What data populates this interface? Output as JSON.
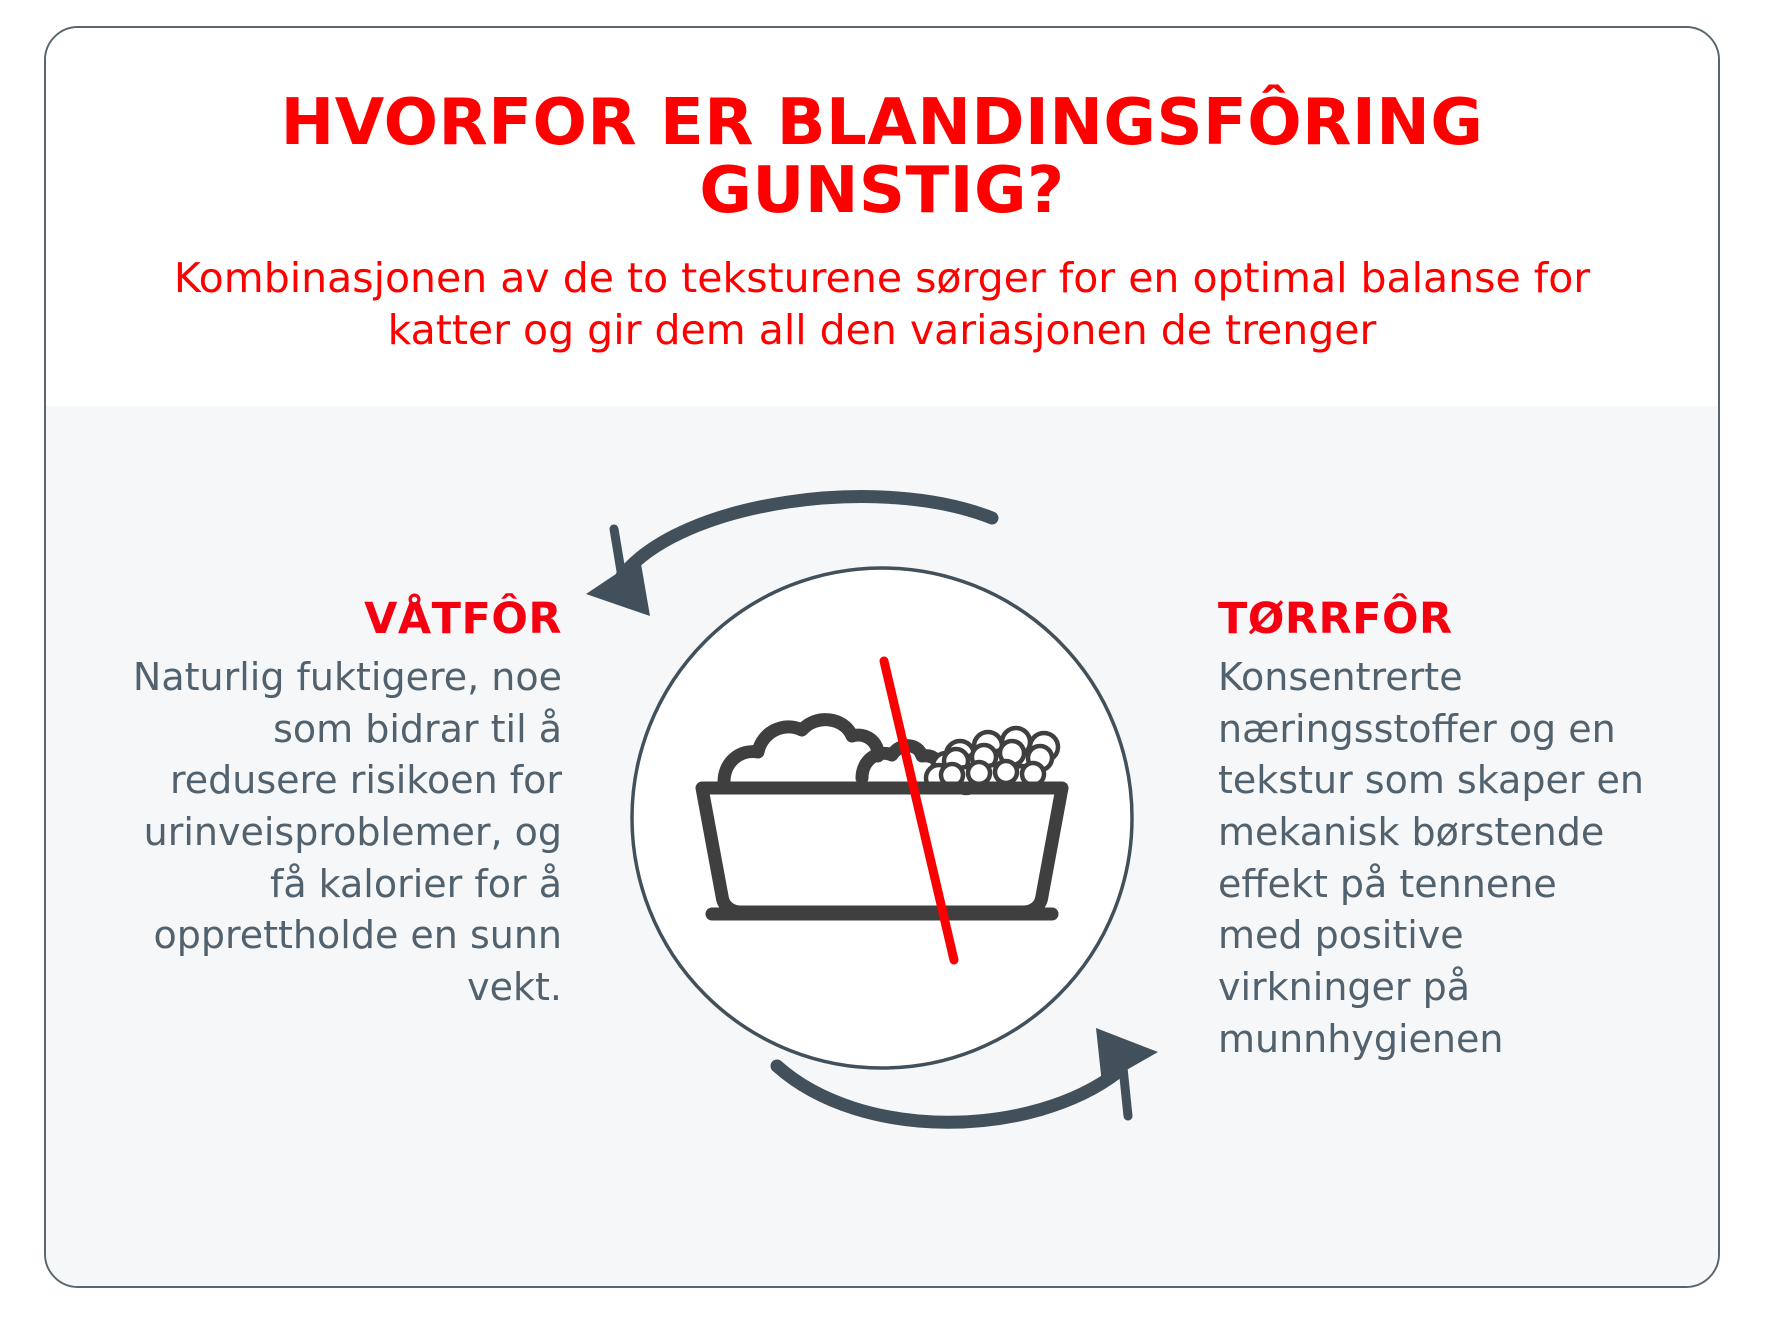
{
  "card": {
    "header": {
      "title": "HVORFOR ER BLANDINGSFÔRING GUNSTIG?",
      "subtitle": "Kombinasjonen av de to teksturene sørger for en optimal balanse for katter og gir dem all den variasjonen de trenger"
    },
    "columns": {
      "left": {
        "heading": "VÅTFÔR",
        "body": "Naturlig fuktigere, noe som bidrar til å redusere risikoen for urinveisproblemer, og få kalorier for å opprettholde en sunn vekt."
      },
      "right": {
        "heading": "TØRRFÔR",
        "body": "Konsentrerte næringsstoffer og en tekstur som skaper en mekanisk børstende effekt på tennene med positive virkninger på munnhygienen"
      }
    },
    "figure": {
      "icon_name": "cat-food-bowl-icon",
      "description": "Bowl split between wet food and dry kibble with red divider line",
      "arrow_top_name": "curved-arrow-left",
      "arrow_bottom_name": "curved-arrow-right"
    }
  },
  "colors": {
    "accent_red": "#ff0000",
    "heading_red": "#f50010",
    "body_slate": "#51626e",
    "icon_slate": "#41505a",
    "kibble_outline": "#3f3f3f",
    "panel_bg": "#f5f7f8",
    "card_border": "#57666f",
    "header_bg": "#ffffff"
  }
}
